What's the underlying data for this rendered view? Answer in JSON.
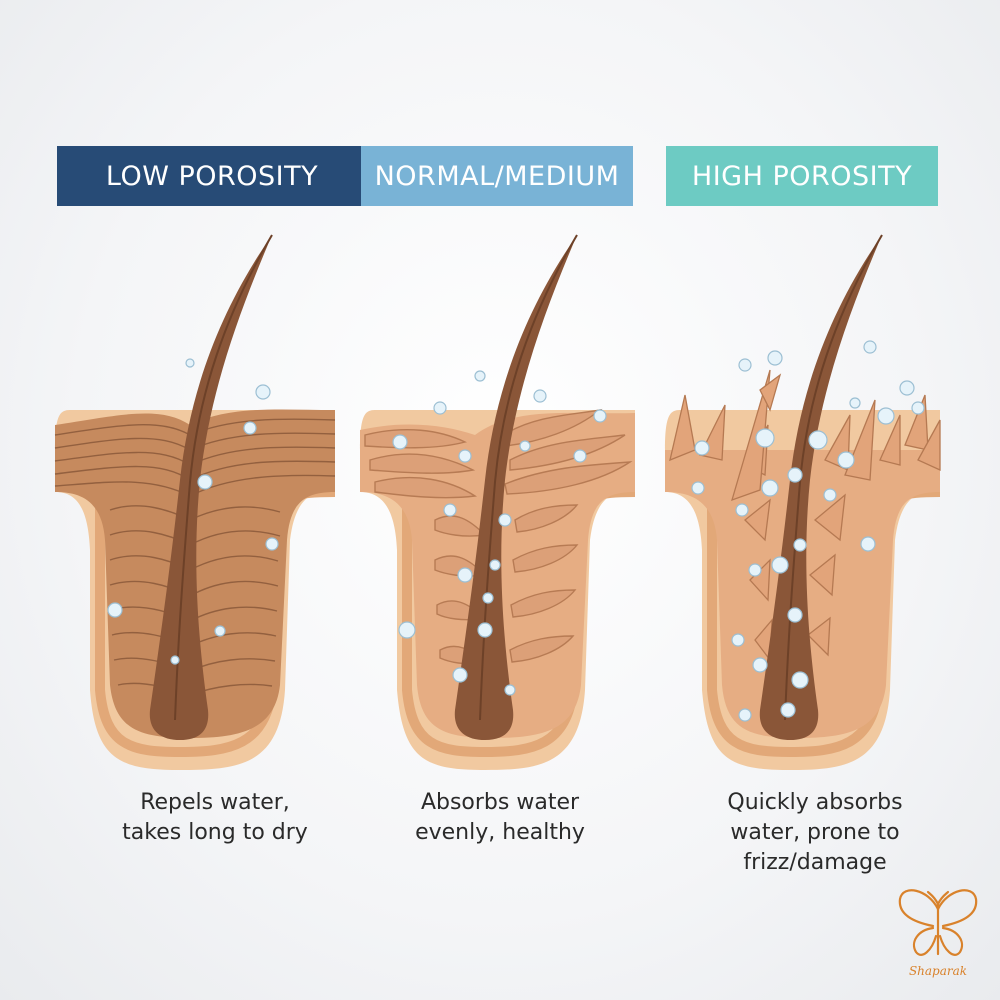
{
  "panels": [
    {
      "id": "low",
      "title": "LOW POROSITY",
      "header_color": "#274b76",
      "caption_lines": [
        "Repels water,",
        "takes long to dry"
      ]
    },
    {
      "id": "medium",
      "title": "NORMAL/MEDIUM",
      "header_color": "#79b3d6",
      "caption_lines": [
        "Absorbs water",
        "evenly, healthy"
      ]
    },
    {
      "id": "high",
      "title": "HIGH POROSITY",
      "header_color": "#6dcbc3",
      "caption_lines": [
        "Quickly absorbs",
        "water, prone to",
        "frizz/damage"
      ]
    }
  ],
  "colors": {
    "skin_outer": "#f1c9a0",
    "skin_inner": "#e9b587",
    "skin_line": "#c98e63",
    "hair": "#8a5638",
    "hair_dark": "#6d4128",
    "water": "#dfeff8"
  },
  "logo": {
    "text": "Shaparak",
    "icon": "butterfly-icon",
    "color": "#d9822b"
  }
}
